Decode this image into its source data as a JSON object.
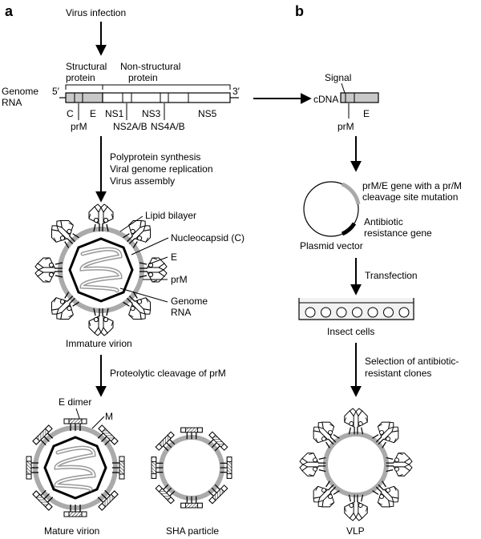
{
  "panels": {
    "a": "a",
    "b": "b"
  },
  "panel_a": {
    "virus_infection": "Virus infection",
    "structural_1": "Structural",
    "structural_2": "protein",
    "nonstructural_1": "Non-structural",
    "nonstructural_2": "protein",
    "genome_1": "Genome",
    "genome_2": "RNA",
    "five_prime": "5′",
    "three_prime": "3′",
    "gene_C": "C",
    "gene_E": "E",
    "gene_prM": "prM",
    "gene_NS1": "NS1",
    "gene_NS2AB": "NS2A/B",
    "gene_NS3": "NS3",
    "gene_NS4AB": "NS4A/B",
    "gene_NS5": "NS5",
    "step1_l1": "Polyprotein synthesis",
    "step1_l2": "Viral genome replication",
    "step1_l3": "Virus assembly",
    "label_lipid": "Lipid bilayer",
    "label_nucleocapsid": "Nucleocapsid (C)",
    "label_E": "E",
    "label_prM": "prM",
    "label_genome_1": "Genome",
    "label_genome_2": "RNA",
    "immature": "Immature virion",
    "cleavage": "Proteolytic cleavage of prM",
    "e_dimer": "E dimer",
    "m_label": "M",
    "mature": "Mature virion",
    "sha": "SHA particle"
  },
  "panel_b": {
    "signal": "Signal",
    "cdna": "cDNA",
    "gene_E": "E",
    "gene_prM": "prM",
    "plasmid_l1": "prM/E gene with a pr/M",
    "plasmid_l2": "cleavage site mutation",
    "antibiotic_l1": "Antibiotic",
    "antibiotic_l2": "resistance gene",
    "plasmid_vector": "Plasmid vector",
    "transfection": "Transfection",
    "insect": "Insect cells",
    "selection_l1": "Selection of antibiotic-",
    "selection_l2": "resistant clones",
    "vlp": "VLP"
  },
  "colors": {
    "line": "#000000",
    "membrane": "#aaaaaa",
    "gene_fill": "#c8c8c8",
    "rna": "#999999"
  },
  "icons": [
    "arrow-down",
    "arrow-right",
    "protein-spike",
    "membrane-ring",
    "plasmid-ring",
    "culture-dish"
  ]
}
